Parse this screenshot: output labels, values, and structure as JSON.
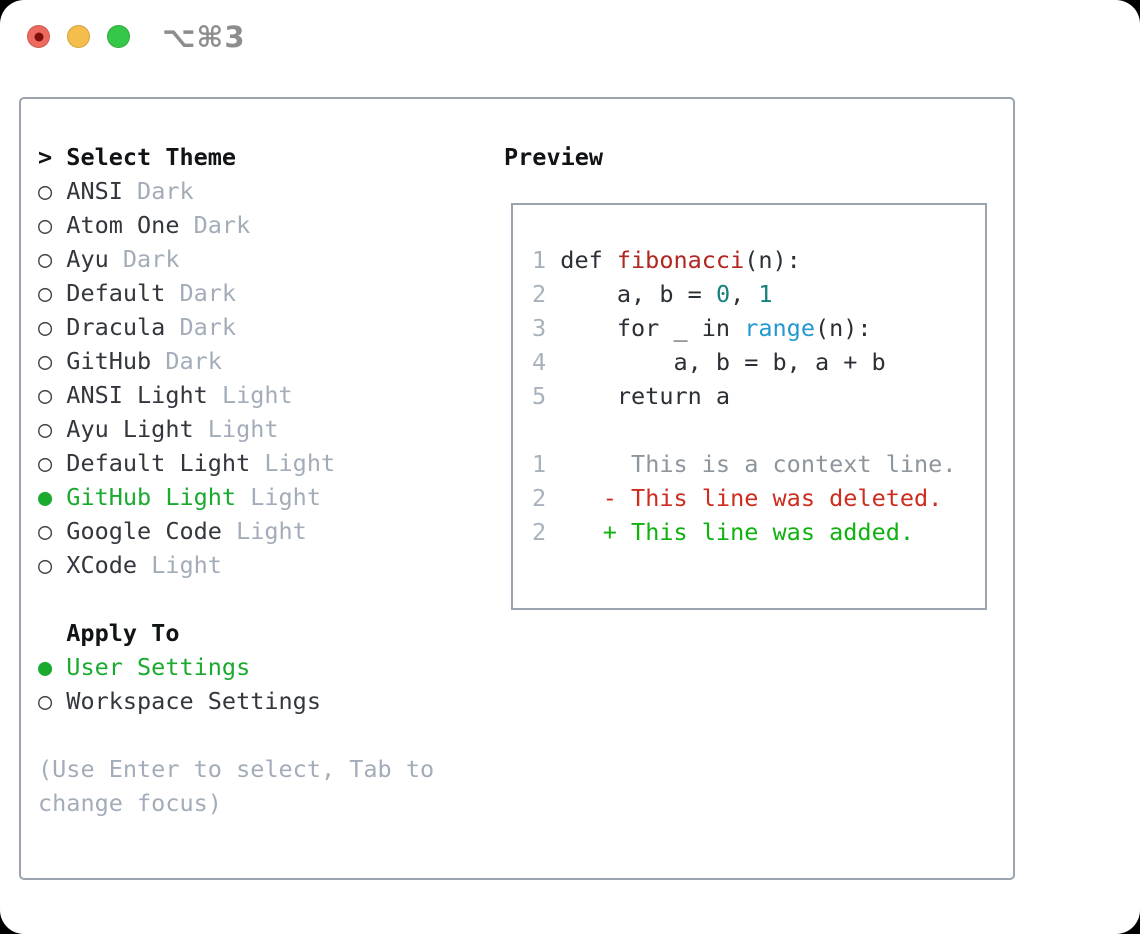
{
  "window": {
    "title": "⌥⌘3",
    "traffic_lights": {
      "close": "#ee6a5e",
      "close_dot": "#7c100a",
      "minimize": "#f5bd4b",
      "zoom": "#34c748"
    }
  },
  "icons": {
    "prompt": ">",
    "radio_selected": "●",
    "radio_unselected": "○"
  },
  "theme_panel": {
    "header_label": "Select Theme",
    "items": [
      {
        "name": "ANSI",
        "variant": "Dark",
        "selected": false
      },
      {
        "name": "Atom One",
        "variant": "Dark",
        "selected": false
      },
      {
        "name": "Ayu",
        "variant": "Dark",
        "selected": false
      },
      {
        "name": "Default",
        "variant": "Dark",
        "selected": false
      },
      {
        "name": "Dracula",
        "variant": "Dark",
        "selected": false
      },
      {
        "name": "GitHub",
        "variant": "Dark",
        "selected": false
      },
      {
        "name": "ANSI Light",
        "variant": "Light",
        "selected": false
      },
      {
        "name": "Ayu Light",
        "variant": "Light",
        "selected": false
      },
      {
        "name": "Default Light",
        "variant": "Light",
        "selected": false
      },
      {
        "name": "GitHub Light",
        "variant": "Light",
        "selected": true
      },
      {
        "name": "Google Code",
        "variant": "Light",
        "selected": false
      },
      {
        "name": "XCode",
        "variant": "Light",
        "selected": false
      }
    ],
    "apply_label": "Apply To",
    "apply_options": [
      {
        "name": "User Settings",
        "selected": true
      },
      {
        "name": "Workspace Settings",
        "selected": false
      }
    ],
    "hint": "(Use Enter to select, Tab to change focus)"
  },
  "preview": {
    "label": "Preview",
    "code_lines": [
      {
        "no": "1",
        "tokens": [
          {
            "t": "def ",
            "c": "plain"
          },
          {
            "t": "fibonacci",
            "c": "func"
          },
          {
            "t": "(n):",
            "c": "plain"
          }
        ]
      },
      {
        "no": "2",
        "tokens": [
          {
            "t": "    a, b = ",
            "c": "plain"
          },
          {
            "t": "0",
            "c": "num"
          },
          {
            "t": ", ",
            "c": "plain"
          },
          {
            "t": "1",
            "c": "num"
          }
        ]
      },
      {
        "no": "3",
        "tokens": [
          {
            "t": "    for _ in ",
            "c": "plain"
          },
          {
            "t": "range",
            "c": "call"
          },
          {
            "t": "(n):",
            "c": "plain"
          }
        ]
      },
      {
        "no": "4",
        "tokens": [
          {
            "t": "        a, b = b, a + b",
            "c": "plain"
          }
        ]
      },
      {
        "no": "5",
        "tokens": [
          {
            "t": "    return a",
            "c": "plain"
          }
        ]
      }
    ],
    "diff_lines": [
      {
        "no": "1",
        "sign": "",
        "text": "This is a context line.",
        "type": "context"
      },
      {
        "no": "2",
        "sign": "-",
        "text": "This line was deleted.",
        "type": "del"
      },
      {
        "no": "2",
        "sign": "+",
        "text": "This line was added.",
        "type": "add"
      }
    ]
  },
  "colors": {
    "selected_green": "#1aab2e",
    "added_green": "#10b210",
    "deleted_red": "#cd2c1e",
    "function_red": "#b02620",
    "number_teal": "#16807d",
    "builtin_blue": "#2398d1",
    "muted_gray": "#a3adb9",
    "text_dark": "#33373d",
    "border_gray": "#9aa3ae",
    "title_gray": "#8d8d8d"
  }
}
